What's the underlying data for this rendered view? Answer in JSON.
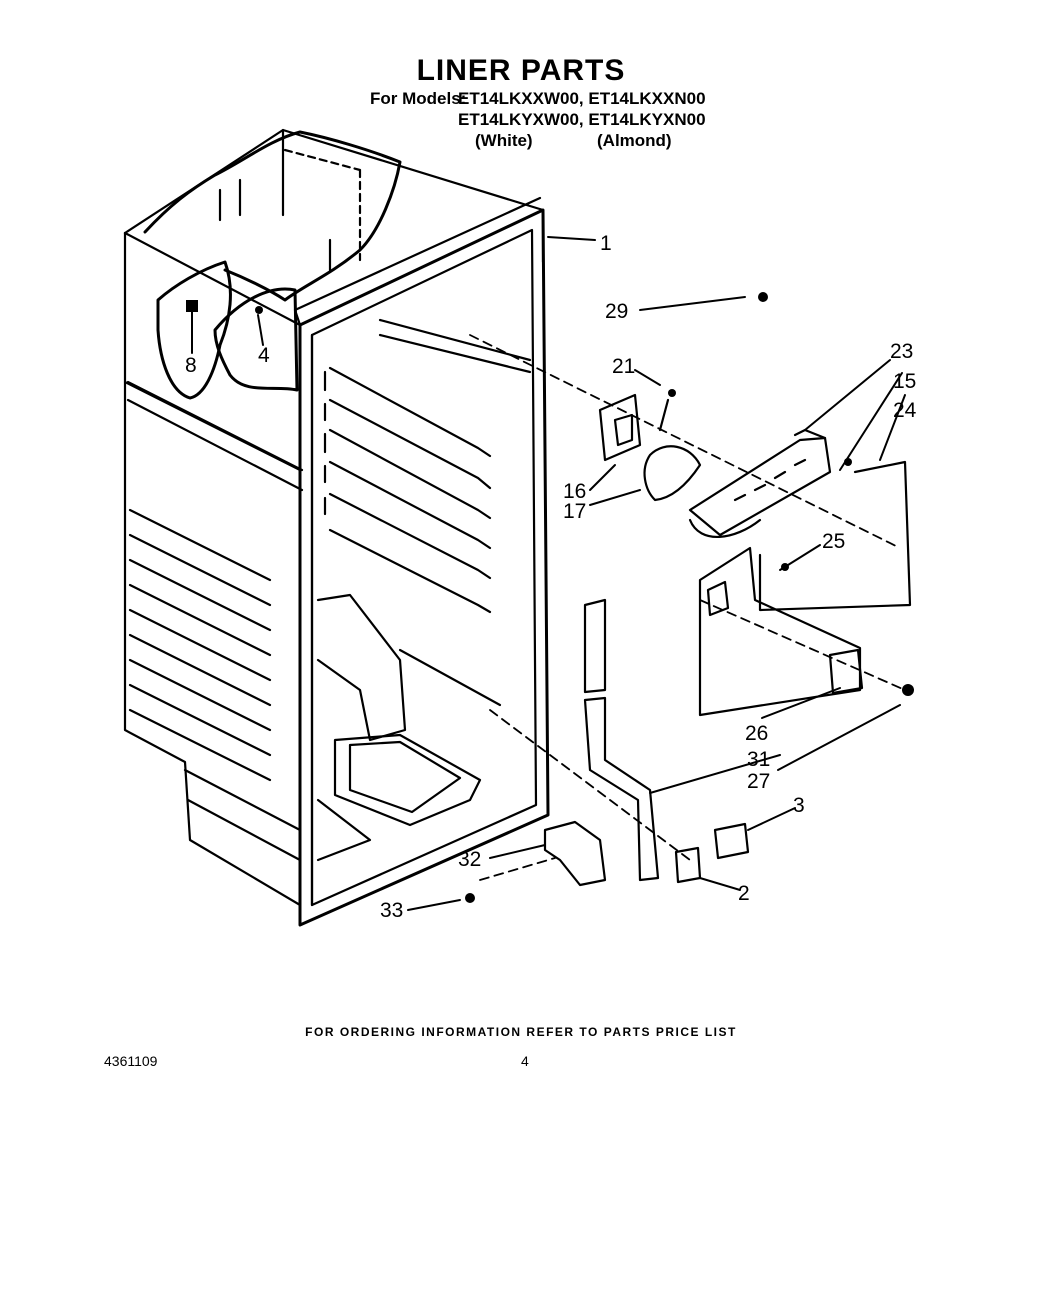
{
  "header": {
    "title": "LINER PARTS",
    "models_label": "For Models:",
    "models_line1": "ET14LKXXW00, ET14LKXXN00",
    "models_line2": "ET14LKYXW00, ET14LKYXN00",
    "color_white": "(White)",
    "color_almond": "(Almond)"
  },
  "callouts": [
    "1",
    "29",
    "21",
    "23",
    "15",
    "24",
    "16",
    "17",
    "25",
    "8",
    "4",
    "26",
    "31",
    "27",
    "3",
    "2",
    "32",
    "33"
  ],
  "footer": {
    "note": "FOR ORDERING INFORMATION REFER TO PARTS PRICE LIST",
    "doc_number": "4361109",
    "page_number": "4"
  },
  "colors": {
    "ink": "#000000",
    "paper": "#ffffff"
  }
}
